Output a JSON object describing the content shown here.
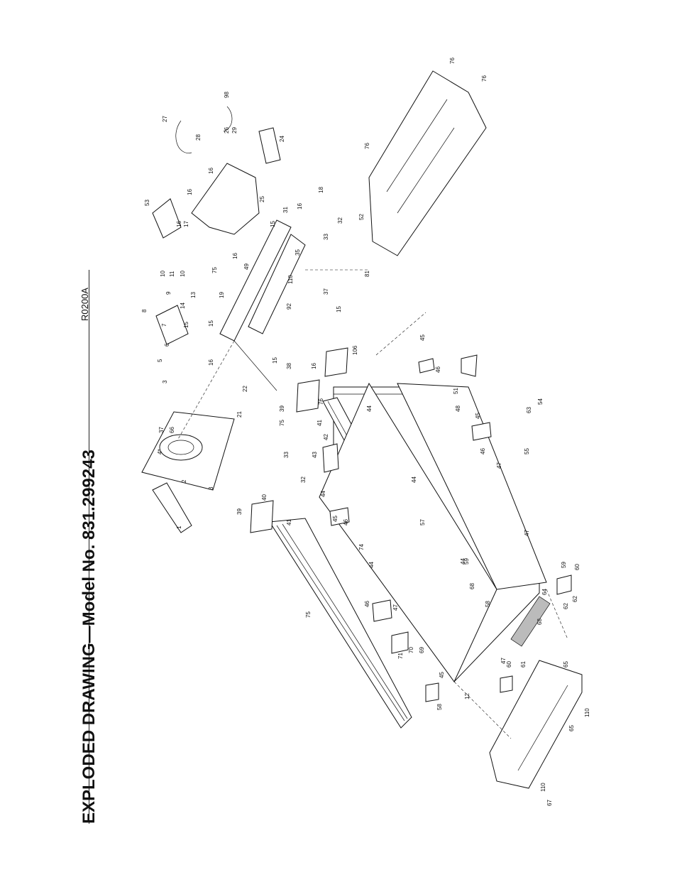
{
  "title": "EXPLODED DRAWING—Model No. 831.299243",
  "drawing_code": "R0200A",
  "labels": [
    "1",
    "2",
    "3",
    "3",
    "4*",
    "66",
    "37",
    "5",
    "6",
    "7",
    "8",
    "9",
    "10",
    "10",
    "11",
    "13",
    "14",
    "15",
    "16",
    "16",
    "16",
    "17",
    "18",
    "19",
    "21",
    "22",
    "24",
    "25",
    "26",
    "27",
    "28",
    "29",
    "31",
    "32",
    "32",
    "33",
    "33",
    "35",
    "37",
    "38",
    "39",
    "39",
    "40",
    "41",
    "41",
    "42",
    "43",
    "44",
    "44",
    "44",
    "44",
    "44",
    "45",
    "45",
    "45",
    "45",
    "46",
    "46",
    "46",
    "46",
    "47",
    "47",
    "47",
    "47",
    "48",
    "49",
    "51",
    "52",
    "53",
    "54",
    "55",
    "57",
    "58",
    "58",
    "59",
    "59",
    "60",
    "60",
    "61",
    "62",
    "62",
    "63",
    "64",
    "65",
    "65",
    "67",
    "68",
    "68",
    "69",
    "70",
    "71",
    "74",
    "75",
    "75",
    "75",
    "76",
    "76",
    "76",
    "76",
    "81",
    "92",
    "98",
    "106",
    "110",
    "110",
    "110",
    "12",
    "15",
    "15",
    "15",
    "15",
    "16",
    "16",
    "16",
    "16"
  ]
}
